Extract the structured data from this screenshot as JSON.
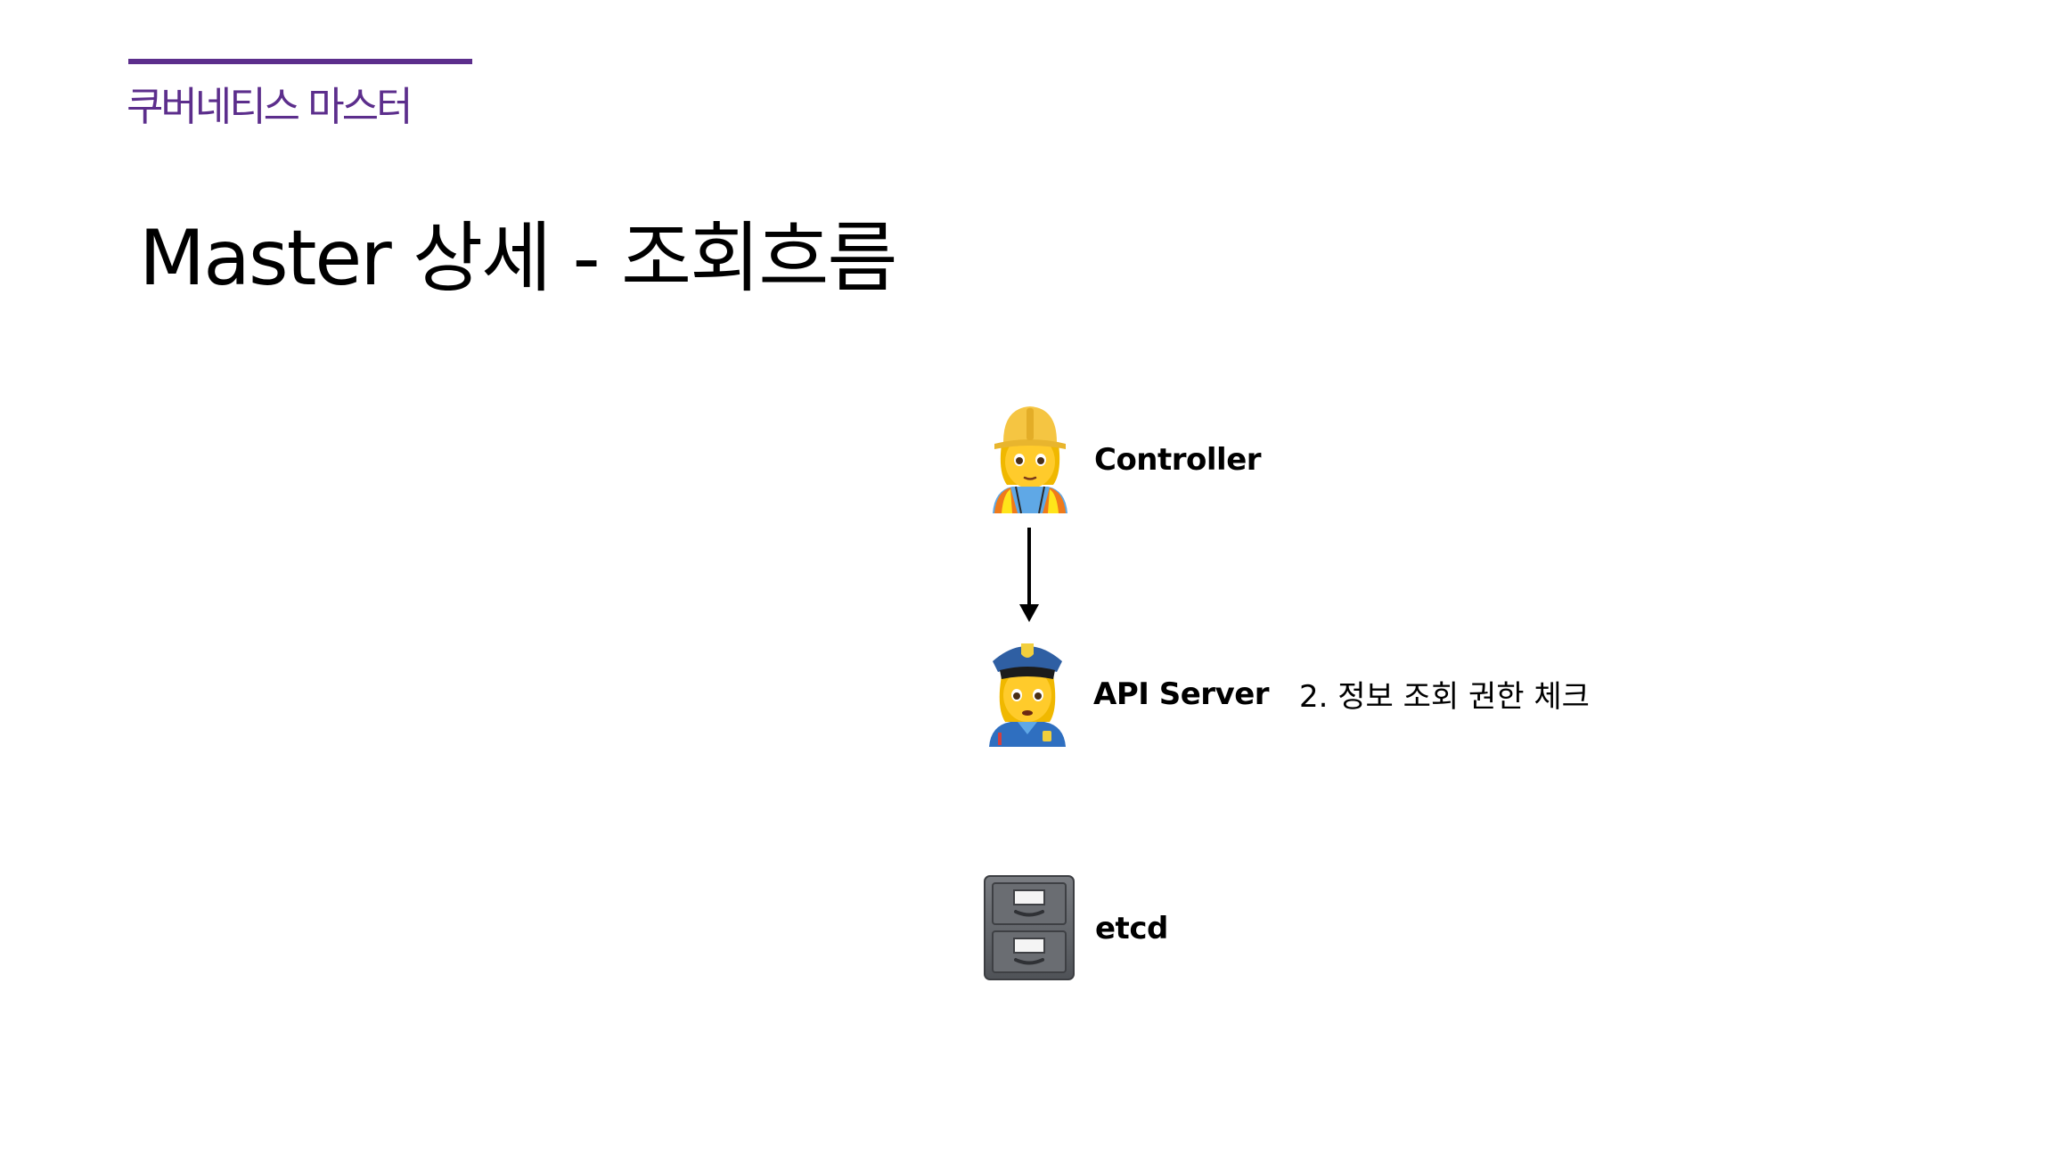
{
  "header": {
    "section_label": "쿠버네티스 마스터",
    "accent_color": "#5c2e8c"
  },
  "slide": {
    "title": "Master 상세 - 조회흐름"
  },
  "diagram": {
    "nodes": [
      {
        "id": "controller",
        "label": "Controller",
        "icon": "construction-worker-icon"
      },
      {
        "id": "api-server",
        "label": "API Server",
        "icon": "police-officer-icon"
      },
      {
        "id": "etcd",
        "label": "etcd",
        "icon": "file-cabinet-icon"
      }
    ],
    "edges": [
      {
        "from": "controller",
        "to": "api-server"
      }
    ],
    "annotations": [
      {
        "target": "api-server",
        "text": "2. 정보 조회 권한 체크"
      }
    ]
  }
}
